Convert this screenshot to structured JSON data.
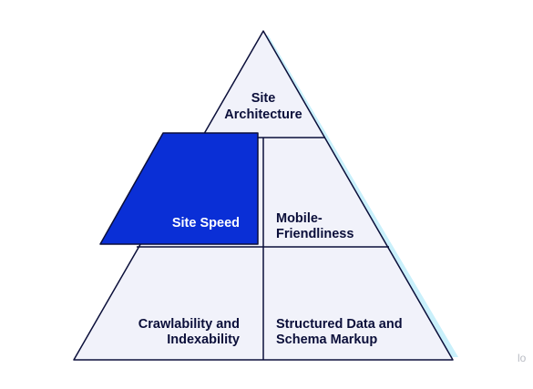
{
  "pyramid": {
    "levels": [
      {
        "id": "top",
        "lines": [
          "Site",
          "Architecture"
        ]
      },
      {
        "id": "middle-left",
        "lines": [
          "Site Speed"
        ],
        "highlighted": true
      },
      {
        "id": "middle-right",
        "lines": [
          "Mobile-",
          "Friendliness"
        ]
      },
      {
        "id": "bottom-left",
        "lines": [
          "Crawlability and",
          "Indexability"
        ]
      },
      {
        "id": "bottom-right",
        "lines": [
          "Structured Data and",
          "Schema Markup"
        ]
      }
    ]
  },
  "watermark": "lo",
  "colors": {
    "fill": "#f1f2fa",
    "stroke": "#0b0f3a",
    "shadow": "#c9f0fb",
    "highlight": "#0a2fd6",
    "text": "#0b0f3a"
  }
}
